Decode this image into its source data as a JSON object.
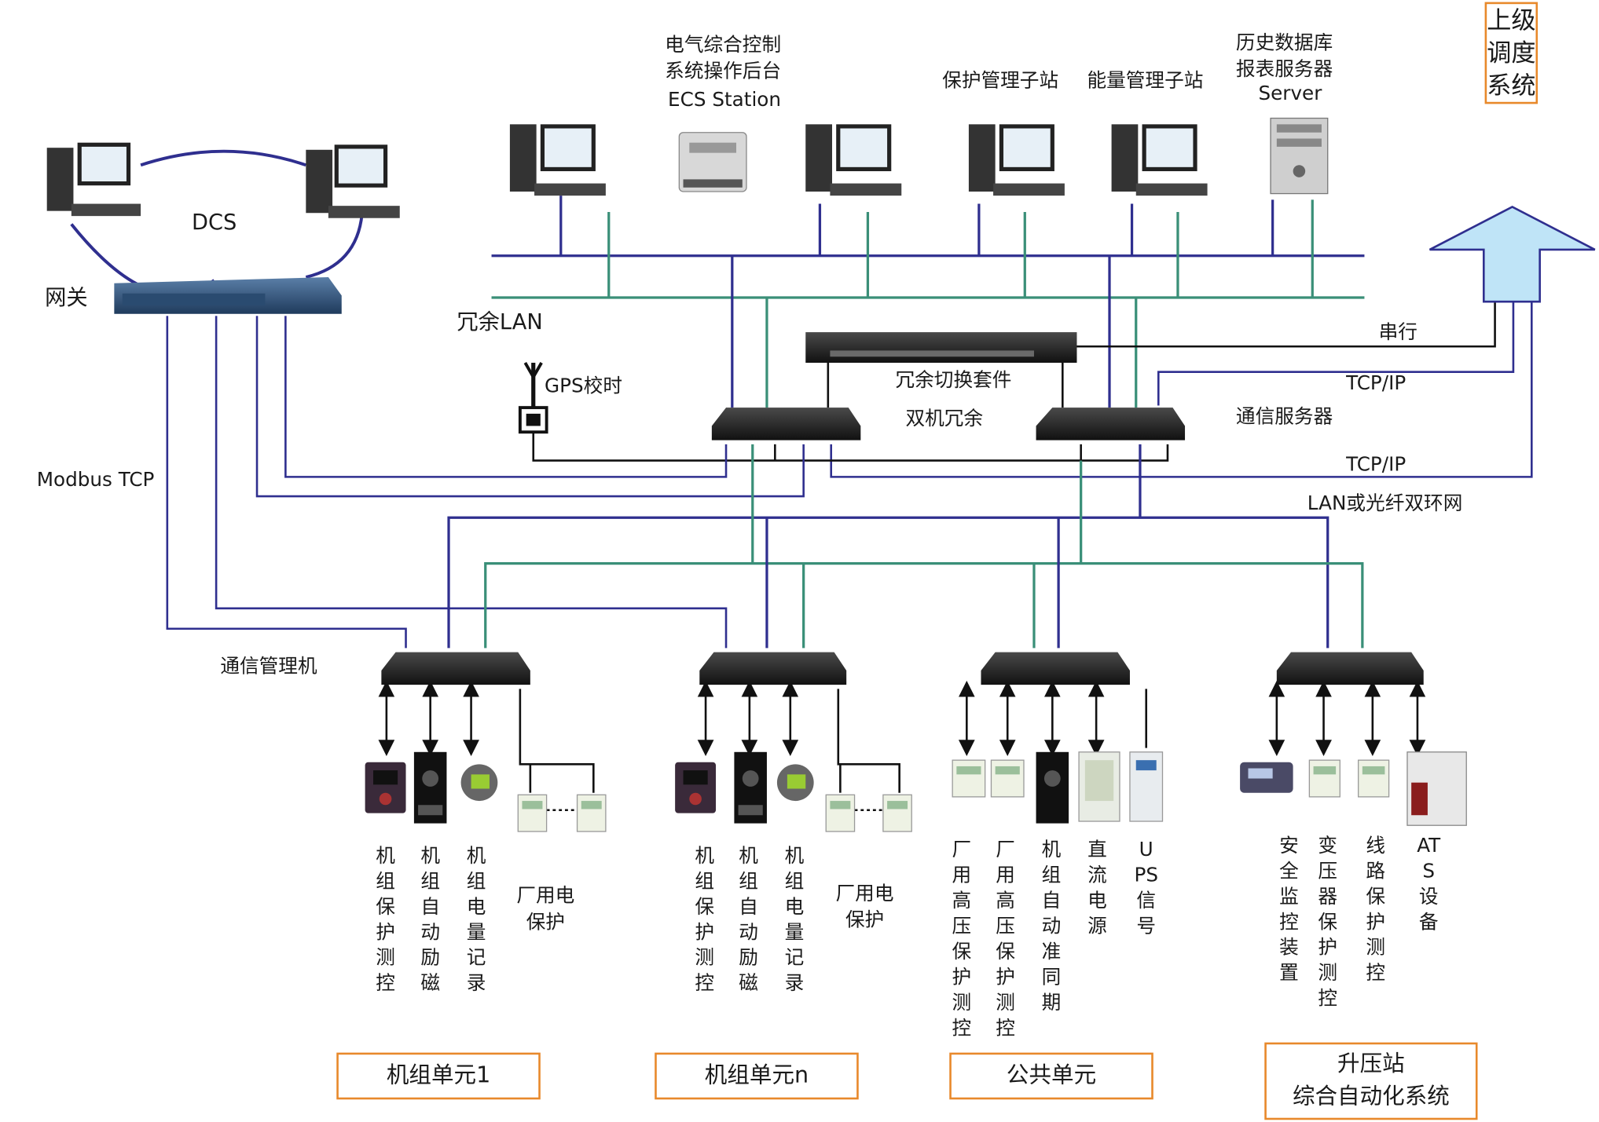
{
  "labels": {
    "dcs": "DCS",
    "gateway": "网关",
    "redundant_lan": "冗余LAN",
    "modbus_tcp": "Modbus TCP",
    "gps": "GPS校时",
    "ecs_line1": "电气综合控制",
    "ecs_line2": "系统操作后台",
    "ecs_line3": "ECS Station",
    "protection_substation": "保护管理子站",
    "energy_substation": "能量管理子站",
    "history_line1": "历史数据库",
    "history_line2": "报表服务器",
    "history_line3": "Server",
    "upper_dispatch": "上级调度系统",
    "serial": "串行",
    "tcpip_1": "TCP/IP",
    "tcpip_2": "TCP/IP",
    "redundant_switch": "冗余切换套件",
    "dual_redundant": "双机冗余",
    "comm_server": "通信服务器",
    "lan_fiber": "LAN或光纤双环网",
    "comm_manager": "通信管理机"
  },
  "units": {
    "unit1": {
      "title": "机组单元1",
      "devices": [
        "机组保护测控",
        "机组自动励磁",
        "机组电量记录"
      ],
      "plant": "厂用电保护"
    },
    "unitn": {
      "title": "机组单元n",
      "devices": [
        "机组保护测控",
        "机组自动励磁",
        "机组电量记录"
      ],
      "plant": "厂用电保护"
    },
    "public": {
      "title": "公共单元",
      "devices": [
        "厂用高压保护测控",
        "厂用高压保护测控",
        "机组自动准同期",
        "直流电源",
        "UPS信号"
      ]
    },
    "booster": {
      "title_line1": "升压站",
      "title_line2": "综合自动化系统",
      "devices": [
        "安全监控装置",
        "变压器保护测控",
        "线路保护测控",
        "ATS设备"
      ]
    }
  },
  "colors": {
    "blue_line": "#2f2f8f",
    "green_line": "#3a8f78",
    "black_line": "#111111",
    "accent_border": "#e8892b",
    "arrow_fill": "#bfe4f7"
  }
}
